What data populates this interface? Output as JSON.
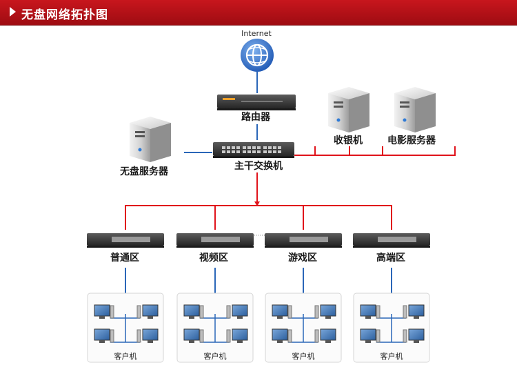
{
  "header": {
    "title": "无盘网络拓扑图",
    "color": "#b5121b"
  },
  "labels": {
    "internet": "Internet",
    "router": "路由器",
    "core_switch": "主干交换机",
    "diskless_server": "无盘服务器",
    "cashier": "收银机",
    "movie_server": "电影服务器",
    "zones": [
      "普通区",
      "视频区",
      "游戏区",
      "高端区"
    ],
    "client": "客户机"
  },
  "colors": {
    "link_red": "#e0131b",
    "link_blue": "#2a66b8",
    "device_dark": "#3a3a3a"
  },
  "icons": [
    "globe-icon",
    "router-icon",
    "switch-icon",
    "server-icon",
    "pc-icon"
  ]
}
